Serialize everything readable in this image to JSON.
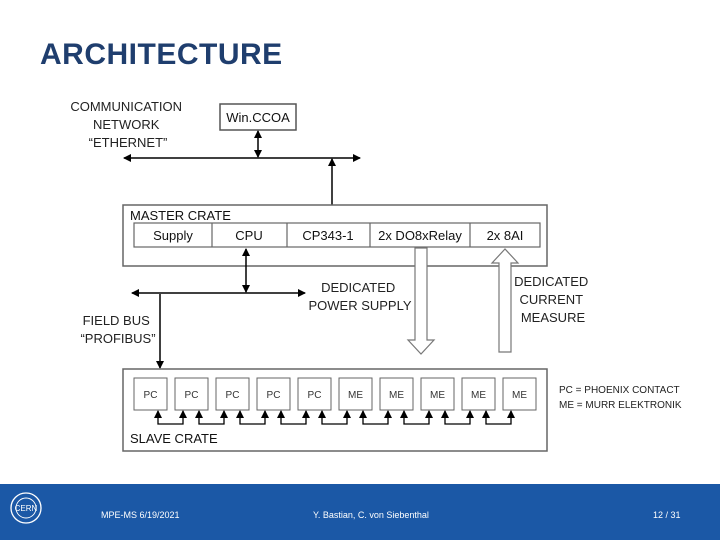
{
  "slide": {
    "title": "ARCHITECTURE"
  },
  "diagram": {
    "comm_network_lines": [
      "COMMUNICATION",
      "NETWORK",
      "“ETHERNET”"
    ],
    "winccoa": "Win.CCOA",
    "master_crate": "MASTER CRATE",
    "master_modules": [
      "Supply",
      "CPU",
      "CP343-1",
      "2x DO8xRelay",
      "2x 8AI"
    ],
    "dedicated_power_lines": [
      "DEDICATED",
      "POWER SUPPLY"
    ],
    "dedicated_current_lines": [
      "DEDICATED",
      "CURRENT",
      "MEASURE"
    ],
    "field_bus_lines": [
      "FIELD BUS",
      "“PROFIBUS”"
    ],
    "slave_crate": "SLAVE CRATE",
    "slave_modules": [
      "PC",
      "PC",
      "PC",
      "PC",
      "PC",
      "ME",
      "ME",
      "ME",
      "ME",
      "ME"
    ],
    "legend_lines": [
      "PC = PHOENIX CONTACT",
      "ME = MURR ELEKTRONIK"
    ]
  },
  "footer": {
    "logo_text": "CERN",
    "left": "MPE-MS 6/19/2021",
    "center": "Y. Bastian, C. von Siebenthal",
    "right": "12 / 31"
  }
}
